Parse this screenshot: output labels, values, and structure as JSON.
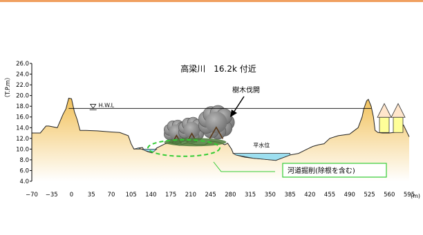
{
  "chart_data": {
    "type": "area",
    "title": "高梁川　16.2k 付近",
    "ylabel": "（T.P.m）",
    "xunit": "(m)",
    "ylim": [
      4.0,
      26.0
    ],
    "xlim": [
      -70,
      595
    ],
    "y_ticks": [
      "4.0",
      "6.0",
      "8.0",
      "10.0",
      "12.0",
      "14.0",
      "16.0",
      "18.0",
      "20.0",
      "22.0",
      "24.0",
      "26.0"
    ],
    "x_ticks": [
      "−70",
      "−35",
      "0",
      "35",
      "70",
      "105",
      "140",
      "175",
      "210",
      "245",
      "280",
      "315",
      "350",
      "385",
      "420",
      "455",
      "490",
      "525",
      "560",
      "595"
    ],
    "hwl": {
      "label": "H.W.L",
      "value": 17.6
    },
    "normal_water": {
      "label": "平水位",
      "value": 9.0
    },
    "tree_label": "樹木伐開",
    "excavation_label": "河道掘削(除根を含む)",
    "colors": {
      "ground_top": "#f2c25c",
      "ground_bottom": "#ffffff",
      "water": "#9ddff0",
      "dashed": "#33cc33",
      "tree": "#8c8c8c"
    },
    "ground_profile": {
      "x": [
        -70,
        -55,
        -45,
        -40,
        -25,
        -15,
        -10,
        -5,
        0,
        5,
        10,
        15,
        25,
        45,
        70,
        85,
        100,
        105,
        110,
        118,
        125,
        128,
        135,
        142,
        150,
        165,
        175,
        190,
        205,
        220,
        235,
        245,
        260,
        270,
        275,
        282,
        285,
        290,
        305,
        320,
        340,
        360,
        385,
        400,
        415,
        425,
        435,
        445,
        455,
        470,
        490,
        505,
        512,
        515,
        520,
        523,
        528,
        532,
        535,
        540,
        548,
        560,
        575,
        585,
        595
      ],
      "y": [
        13.0,
        13.0,
        14.3,
        14.3,
        14.0,
        16.5,
        17.5,
        19.5,
        19.4,
        17.0,
        15.5,
        13.5,
        13.5,
        13.4,
        13.2,
        13.1,
        12.5,
        11.0,
        10.0,
        10.2,
        10.3,
        9.8,
        9.5,
        9.3,
        10.2,
        11.0,
        11.2,
        10.7,
        11.2,
        10.8,
        10.8,
        11.5,
        11.3,
        10.8,
        11.1,
        10.0,
        9.2,
        8.9,
        8.5,
        8.3,
        8.1,
        7.9,
        8.9,
        9.2,
        10.0,
        10.5,
        10.8,
        11.0,
        12.0,
        12.5,
        12.8,
        14.0,
        16.0,
        17.5,
        19.0,
        19.3,
        18.0,
        16.0,
        13.5,
        13.1,
        13.0,
        13.0,
        13.2,
        14.5,
        12.3
      ]
    }
  }
}
